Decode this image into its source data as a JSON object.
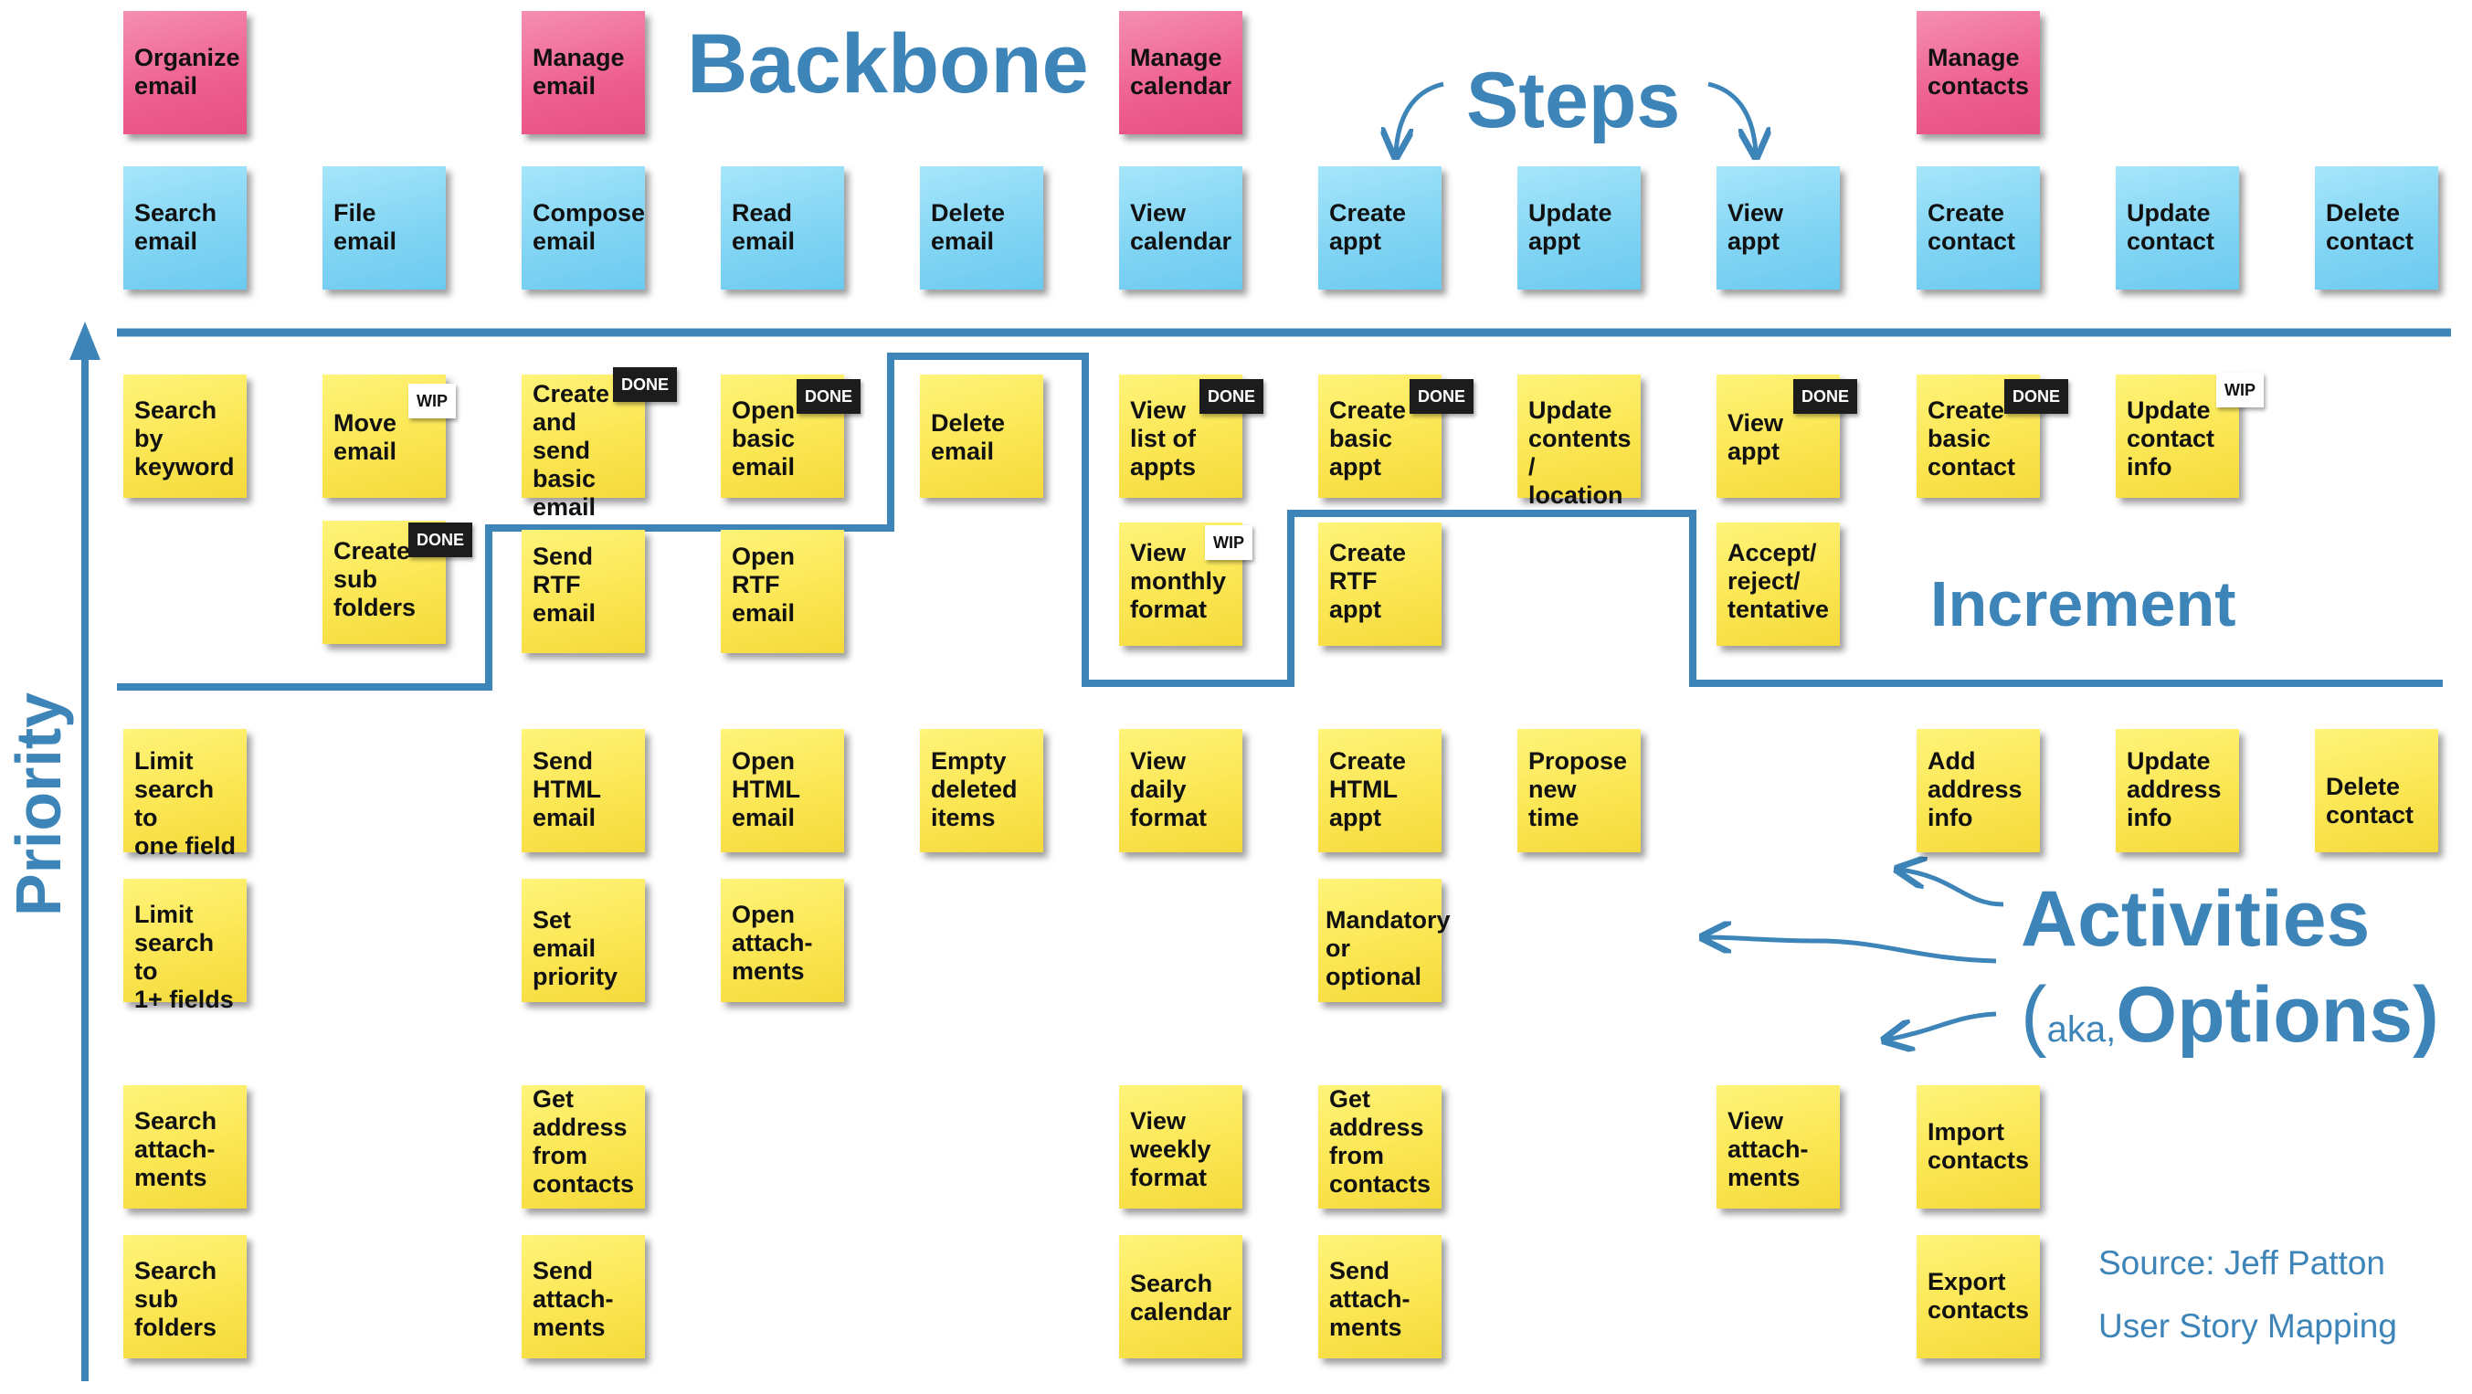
{
  "labels": {
    "backbone": "Backbone",
    "steps": "Steps",
    "increment": "Increment",
    "priority": "Priority",
    "activities": "Activities",
    "options_open": "(",
    "aka": "aka,",
    "options": "Options)",
    "source_line1": "Source: Jeff Patton",
    "source_line2": "User Story Mapping"
  },
  "colors": {
    "accent": "#3d84b8",
    "pink_note": "#ee5f8e",
    "blue_note": "#7fd3f3",
    "yellow_note": "#fbe653",
    "done_tag": "#1c1c1c",
    "wip_tag": "#ffffff"
  },
  "backbone_activities": [
    {
      "text": "Organize\nemail"
    },
    {
      "text": "Manage\nemail"
    },
    {
      "text": "Manage\ncalendar"
    },
    {
      "text": "Manage\ncontacts"
    }
  ],
  "steps": [
    {
      "text": "Search\nemail"
    },
    {
      "text": "File\nemail"
    },
    {
      "text": "Compose\nemail"
    },
    {
      "text": "Read\nemail"
    },
    {
      "text": "Delete\nemail"
    },
    {
      "text": "View\ncalendar"
    },
    {
      "text": "Create\nappt"
    },
    {
      "text": "Update\nappt"
    },
    {
      "text": "View\nappt"
    },
    {
      "text": "Create\ncontact"
    },
    {
      "text": "Update\ncontact"
    },
    {
      "text": "Delete\ncontact"
    }
  ],
  "stories": [
    {
      "text": "Search\nby\nkeyword",
      "tag": ""
    },
    {
      "text": "Move\nemail",
      "tag": "WIP"
    },
    {
      "text": "Create\nsub\nfolders",
      "tag": "DONE"
    },
    {
      "text": "Create\nand send\nbasic\nemail",
      "tag": "DONE"
    },
    {
      "text": "Send\nRTF\nemail",
      "tag": ""
    },
    {
      "text": "Open\nbasic\nemail",
      "tag": "DONE"
    },
    {
      "text": "Open\nRTF\nemail",
      "tag": ""
    },
    {
      "text": "Delete\nemail",
      "tag": ""
    },
    {
      "text": "View\nlist of\nappts",
      "tag": "DONE"
    },
    {
      "text": "View\nmonthly\nformat",
      "tag": "WIP"
    },
    {
      "text": "Create\nbasic\nappt",
      "tag": "DONE"
    },
    {
      "text": "Create\nRTF\nappt",
      "tag": ""
    },
    {
      "text": "Update\ncontents\n/ location",
      "tag": ""
    },
    {
      "text": "View\nappt",
      "tag": "DONE"
    },
    {
      "text": "Accept/\nreject/\ntentative",
      "tag": ""
    },
    {
      "text": "Create\nbasic\ncontact",
      "tag": "DONE"
    },
    {
      "text": "Update\ncontact\ninfo",
      "tag": "WIP"
    },
    {
      "text": "Limit\nsearch to\none field",
      "tag": ""
    },
    {
      "text": "Send\nHTML\nemail",
      "tag": ""
    },
    {
      "text": "Open\nHTML\nemail",
      "tag": ""
    },
    {
      "text": "Empty\ndeleted\nitems",
      "tag": ""
    },
    {
      "text": "View\ndaily\nformat",
      "tag": ""
    },
    {
      "text": "Create\nHTML\nappt",
      "tag": ""
    },
    {
      "text": "Propose\nnew\ntime",
      "tag": ""
    },
    {
      "text": "Add\naddress\ninfo",
      "tag": ""
    },
    {
      "text": "Update\naddress\ninfo",
      "tag": ""
    },
    {
      "text": "Delete\ncontact",
      "tag": ""
    },
    {
      "text": "Limit\nsearch to\n1+ fields",
      "tag": ""
    },
    {
      "text": "Set email\npriority",
      "tag": ""
    },
    {
      "text": "Open\nattach-\nments",
      "tag": ""
    },
    {
      "text": "Mandatory\nor optional",
      "tag": ""
    },
    {
      "text": "Search\nattach-\nments",
      "tag": ""
    },
    {
      "text": "Get\naddress\nfrom\ncontacts",
      "tag": ""
    },
    {
      "text": "View\nweekly\nformat",
      "tag": ""
    },
    {
      "text": "Get\naddress\nfrom\ncontacts",
      "tag": ""
    },
    {
      "text": "View\nattach-\nments",
      "tag": ""
    },
    {
      "text": "Import\ncontacts",
      "tag": ""
    },
    {
      "text": "Search\nsub\nfolders",
      "tag": ""
    },
    {
      "text": "Send\nattach-\nments",
      "tag": ""
    },
    {
      "text": "Search\ncalendar",
      "tag": ""
    },
    {
      "text": "Send\nattach-\nments",
      "tag": ""
    },
    {
      "text": "Export\ncontacts",
      "tag": ""
    }
  ]
}
